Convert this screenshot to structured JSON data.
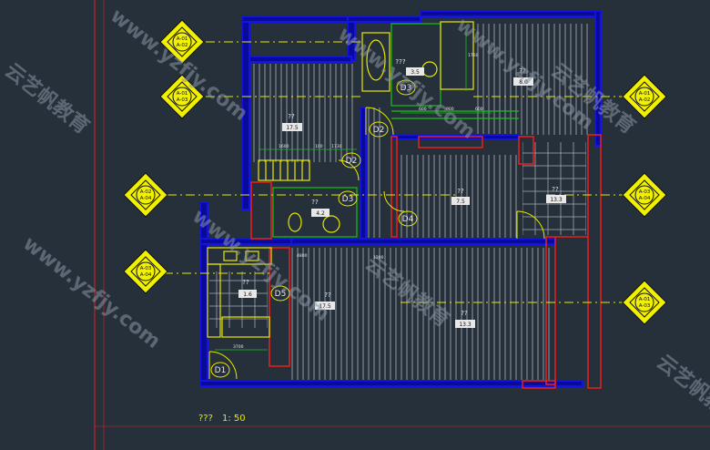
{
  "colors": {
    "background": "#26303b",
    "wall": "#1414e0",
    "wall_fill": "#0a0a9a",
    "hatch": "#bfc3cc",
    "yellow": "#e8e800",
    "green": "#18c018",
    "red": "#e02020",
    "cyan": "#20c8d8",
    "white": "#e8e8e8",
    "watermark": "#8a95a3"
  },
  "room_labels": [
    {
      "id": "bedroom-left",
      "text": "??"
    },
    {
      "id": "bedroom-right",
      "text": "??"
    },
    {
      "id": "bath-top",
      "text": "???"
    },
    {
      "id": "bath-mid",
      "text": "??"
    },
    {
      "id": "corridor",
      "text": "??"
    },
    {
      "id": "balcony",
      "text": "??"
    },
    {
      "id": "kitchen",
      "text": "??"
    },
    {
      "id": "living",
      "text": "??"
    },
    {
      "id": "living-right",
      "text": "??"
    }
  ],
  "door_tags": [
    "D1",
    "D2",
    "D2",
    "D3",
    "D3",
    "D4",
    "D5"
  ],
  "area_tags": [
    "17.5",
    "8.0",
    "13.3",
    "3.5",
    "4.2",
    "7.5",
    "1.6"
  ],
  "callout_labels": [
    "A-01",
    "A-02",
    "A-03",
    "A-04"
  ],
  "dimensions": [
    "1600",
    "100",
    "1730",
    "600",
    "900",
    "1760",
    "3700",
    "1200",
    "4800"
  ],
  "drawing_title": {
    "name": "???",
    "scale": "1: 50"
  },
  "watermarks": {
    "url": "www.yzfjy.com",
    "brand": "云艺帆教育"
  }
}
